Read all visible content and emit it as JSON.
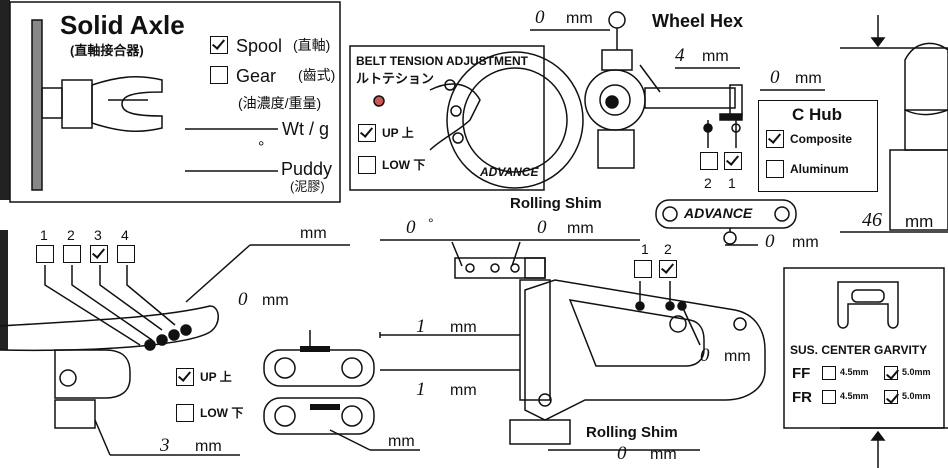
{
  "solid_axle": {
    "title": "Solid Axle",
    "subtitle": "(直軸接合器)",
    "spool": {
      "label": "Spool",
      "jp": "(直軸)",
      "checked": true
    },
    "gear": {
      "label": "Gear",
      "jp": "(齒式)",
      "checked": false
    },
    "oil_note": "(油濃度/重量)",
    "wt_label": "Wt / g",
    "degree_mark": "°",
    "puddy_label": "Puddy",
    "puddy_jp": "(泥膠)"
  },
  "belt": {
    "title": "BELT TENSION ADJUSTMENT",
    "subtitle": "ルトテション",
    "up": {
      "label": "UP 上",
      "checked": true
    },
    "low": {
      "label": "LOW 下",
      "checked": false
    },
    "logo": "ADVANCE"
  },
  "wheel_hex": {
    "title": "Wheel Hex",
    "top_value": "0",
    "top_unit": "mm",
    "mid_value": "4",
    "mid_unit": "mm",
    "right_value": "0",
    "right_unit": "mm",
    "pos2_label": "2",
    "pos1_label": "1",
    "pos2_checked": false,
    "pos1_checked": true,
    "lower_value": "0",
    "lower_unit": "mm",
    "logo": "ADVANCE"
  },
  "c_hub": {
    "title": "C Hub",
    "composite": {
      "label": "Composite",
      "checked": true
    },
    "aluminum": {
      "label": "Aluminum",
      "checked": false
    }
  },
  "shock": {
    "value": "46",
    "unit": "mm"
  },
  "rolling_shim_top": {
    "title": "Rolling Shim",
    "angle_value": "0",
    "angle_unit": "°",
    "value": "0",
    "unit": "mm"
  },
  "arm_left": {
    "positions": [
      {
        "label": "1",
        "checked": false
      },
      {
        "label": "2",
        "checked": false
      },
      {
        "label": "3",
        "checked": true
      },
      {
        "label": "4",
        "checked": false
      }
    ],
    "unit": "mm",
    "camber_value": "0",
    "camber_unit": "mm",
    "up": {
      "label": "UP 上",
      "checked": true
    },
    "low": {
      "label": "LOW 下",
      "checked": false
    },
    "bottom_value": "3",
    "bottom_unit": "mm",
    "link_unit": "mm"
  },
  "arm_center": {
    "value1": "1",
    "unit1": "mm",
    "value2": "1",
    "unit2": "mm",
    "pos_labels": [
      "1",
      "2"
    ],
    "pos1_checked": false,
    "pos2_checked": true,
    "right_value": "0",
    "right_unit": "mm"
  },
  "rolling_shim_bottom": {
    "title": "Rolling Shim",
    "value": "0",
    "unit": "mm"
  },
  "sus_center": {
    "title": "SUS. CENTER GARVITY",
    "rows": [
      {
        "label": "FF",
        "opt1": "4.5mm",
        "opt1_checked": false,
        "opt2": "5.0mm",
        "opt2_checked": true
      },
      {
        "label": "FR",
        "opt1": "4.5mm",
        "opt1_checked": false,
        "opt2": "5.0mm",
        "opt2_checked": true
      }
    ]
  }
}
